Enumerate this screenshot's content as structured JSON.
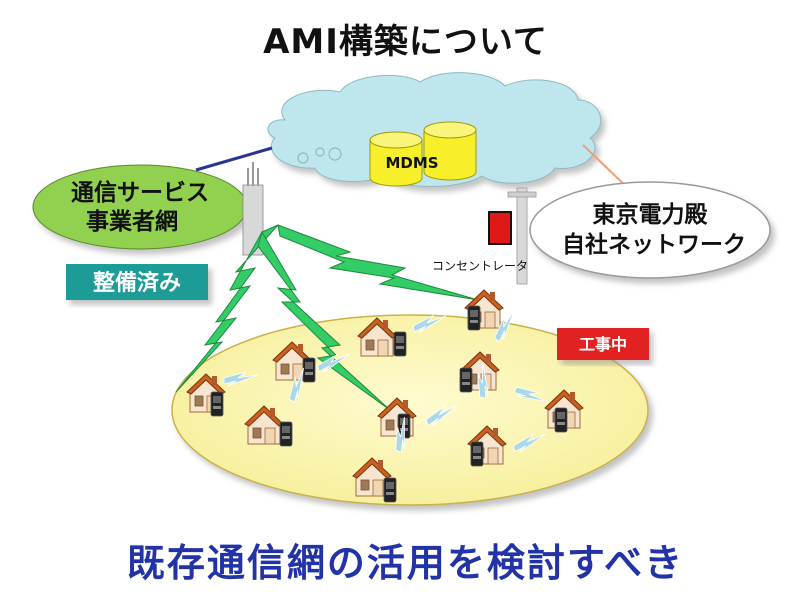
{
  "title": "AMI構築について",
  "bottom_message": "既存通信網の活用を検討すべき",
  "cloud_label": "MDMS",
  "left_ellipse": {
    "line1": "通信サービス",
    "line2": "事業者網"
  },
  "right_ellipse": {
    "line1": "東京電力殿",
    "line2": "自社ネットワーク"
  },
  "badge_done": "整備済み",
  "badge_construction": "工事中",
  "concentrator_label": "コンセントレータ",
  "colors": {
    "cloud": "#bfe6ec",
    "db": "#f7ef2a",
    "left_ellipse": "#92d050",
    "service_area": "#fbf6a6",
    "done_badge": "#1f9b97",
    "construction_badge": "#e02020",
    "bolt": "#33cc66",
    "small_bolt": "#a9d8ea",
    "heading_blue": "#2233a8"
  },
  "icons": [
    "house-icon",
    "meter-icon",
    "lightning-icon",
    "database-icon",
    "utility-pole-icon",
    "cloud-icon"
  ]
}
